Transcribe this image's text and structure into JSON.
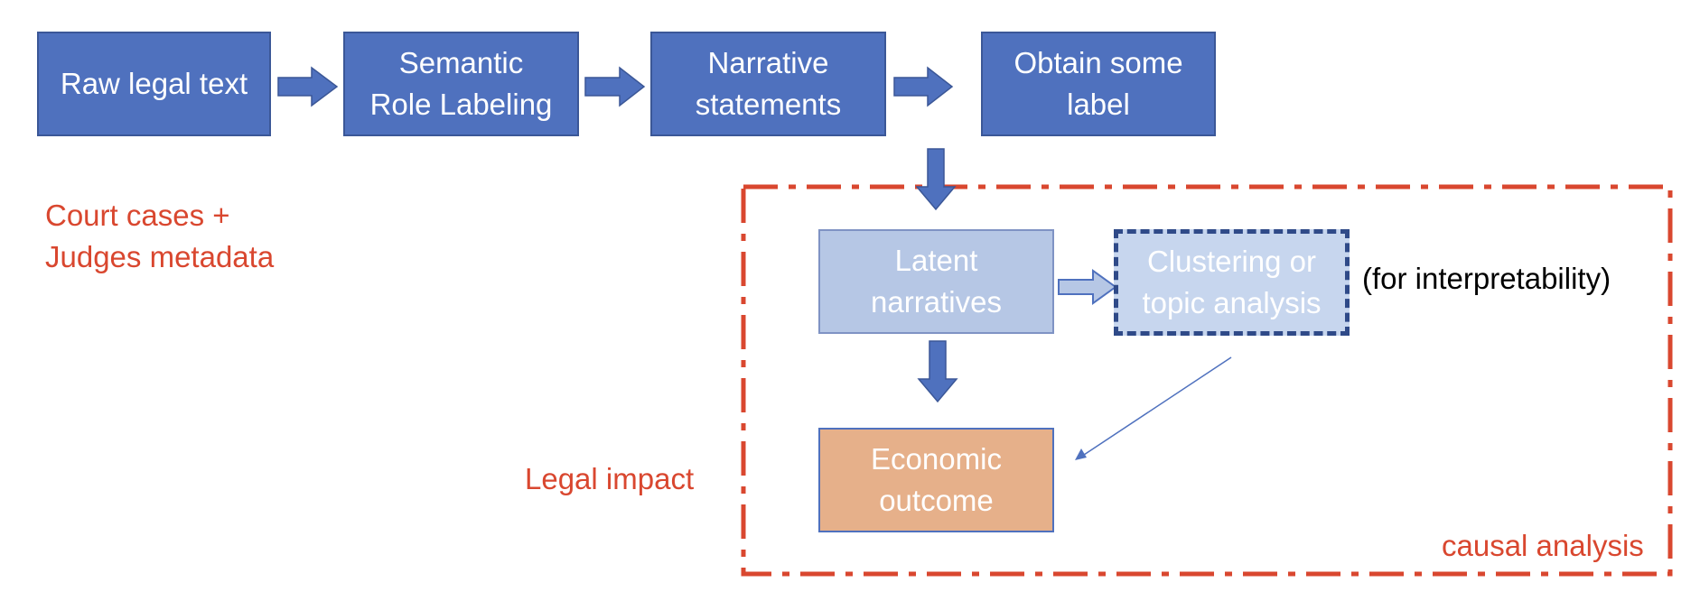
{
  "colors": {
    "dark_box": "#4f71be",
    "light_box": "#b6c7e5",
    "orange_box": "#e6b08a",
    "red_text": "#d9472f",
    "dash_border": "#d9472f"
  },
  "boxes": {
    "raw_text": "Raw legal text",
    "srl": "Semantic\nRole Labeling",
    "narrative": "Narrative\nstatements",
    "label": "Obtain some\nlabel",
    "latent": "Latent\nnarratives",
    "clustering": "Clustering or\ntopic analysis",
    "economic": "Economic\noutcome"
  },
  "annotations": {
    "court_cases": "Court cases +\nJudges metadata",
    "legal_impact": "Legal impact",
    "interpretability": "(for interpretability)",
    "causal": "causal analysis"
  }
}
